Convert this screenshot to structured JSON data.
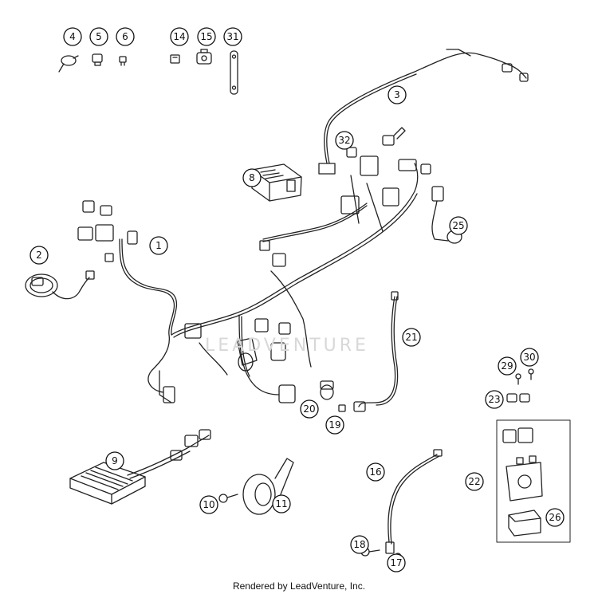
{
  "diagram": {
    "callouts": [
      "1",
      "2",
      "3",
      "4",
      "5",
      "6",
      "8",
      "9",
      "10",
      "11",
      "14",
      "15",
      "16",
      "17",
      "18",
      "19",
      "20",
      "21",
      "22",
      "23",
      "25",
      "26",
      "29",
      "30",
      "31",
      "32"
    ]
  },
  "watermark": "LEADVENTURE",
  "footer": "Rendered by LeadVenture, Inc."
}
